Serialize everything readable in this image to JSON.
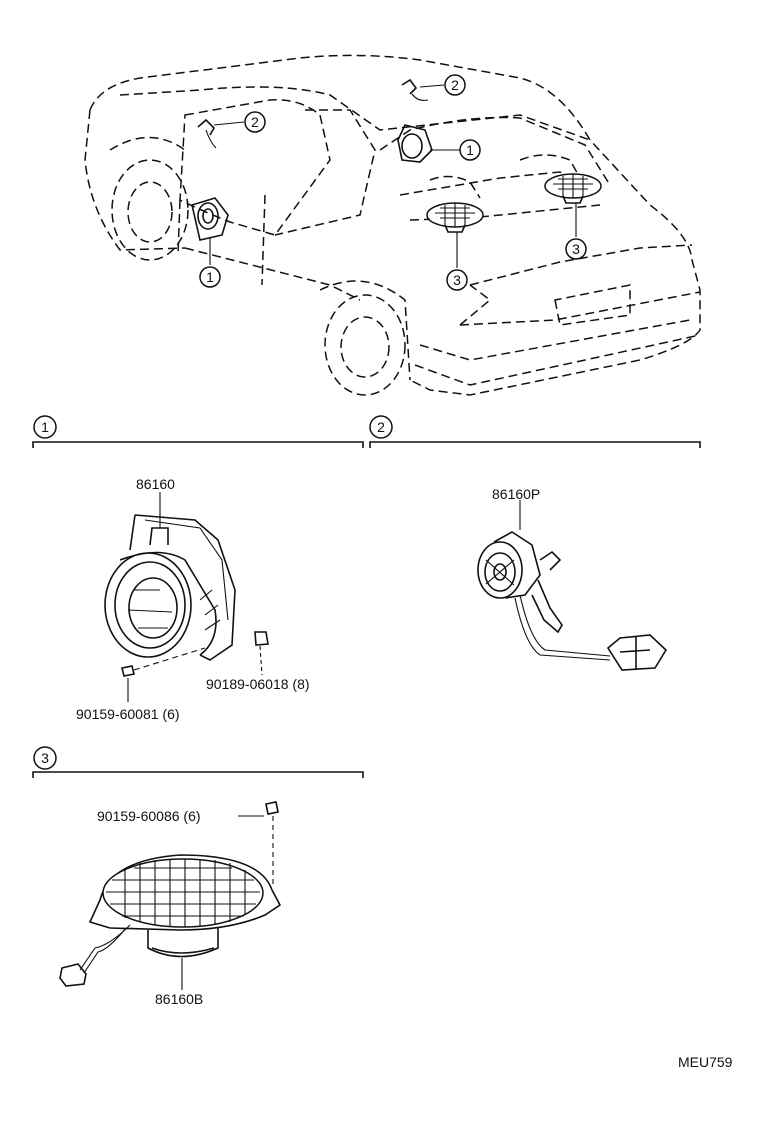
{
  "overview": {
    "callouts": [
      {
        "num": "2"
      },
      {
        "num": "2"
      },
      {
        "num": "1"
      },
      {
        "num": "1"
      },
      {
        "num": "3"
      },
      {
        "num": "3"
      }
    ]
  },
  "sections": [
    {
      "num": "1"
    },
    {
      "num": "2"
    },
    {
      "num": "3"
    }
  ],
  "labels": {
    "front_speaker": "86160",
    "front_screw": "90159-60081 (6)",
    "front_nut": "90189-06018 (8)",
    "tweeter": "86160P",
    "rear_screw": "90159-60086 (6)",
    "rear_speaker": "86160B"
  },
  "ref_code": "MEU759"
}
